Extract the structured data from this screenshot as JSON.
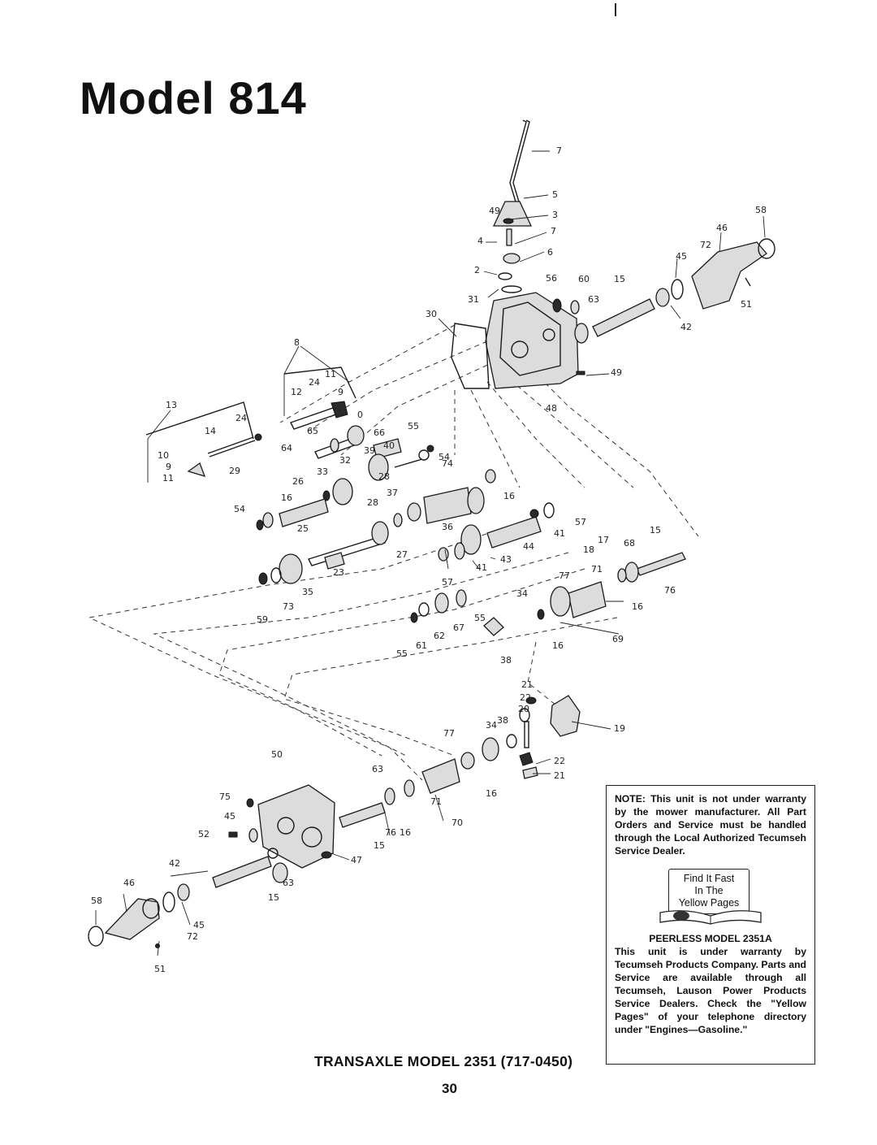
{
  "page": {
    "title": "Model 814",
    "caption": "TRANSAXLE MODEL 2351 (717-0450)",
    "page_number": "30"
  },
  "note_box": {
    "note": "NOTE: This unit is not under warranty by the mower manufacturer. All Part Orders and Service must be handled through the Local Authorized Tecumseh Service Dealer.",
    "logo_lines": [
      "Find It Fast",
      "In The",
      "Yellow Pages"
    ],
    "peerless_title": "PEERLESS MODEL 2351A",
    "peerless_text": "This unit is under warranty by Tecumseh Products Company. Parts and Service are available through all Tecumseh, Lauson Power Products Service Dealers. Check the \"Yellow Pages\" of your telephone directory under \"Engines—Gasoline.\""
  },
  "callouts": [
    "7",
    "5",
    "49",
    "3",
    "7",
    "4",
    "6",
    "2",
    "56",
    "60",
    "15",
    "31",
    "63",
    "30",
    "58",
    "46",
    "72",
    "45",
    "51",
    "42",
    "8",
    "11",
    "24",
    "12",
    "9",
    "0",
    "49",
    "48",
    "13",
    "24",
    "14",
    "65",
    "66",
    "55",
    "64",
    "39",
    "40",
    "54",
    "10",
    "9",
    "11",
    "29",
    "32",
    "74",
    "33",
    "26",
    "28",
    "37",
    "16",
    "54",
    "16",
    "28",
    "25",
    "36",
    "57",
    "27",
    "41",
    "44",
    "43",
    "23",
    "17",
    "68",
    "18",
    "15",
    "41",
    "57",
    "77",
    "71",
    "35",
    "73",
    "59",
    "34",
    "16",
    "76",
    "55",
    "67",
    "62",
    "61",
    "55",
    "69",
    "16",
    "38",
    "21",
    "22",
    "20",
    "38",
    "34",
    "77",
    "19",
    "50",
    "63",
    "22",
    "21",
    "75",
    "71",
    "16",
    "45",
    "70",
    "52",
    "76",
    "16",
    "15",
    "47",
    "42",
    "63",
    "46",
    "58",
    "15",
    "45",
    "72",
    "51"
  ]
}
